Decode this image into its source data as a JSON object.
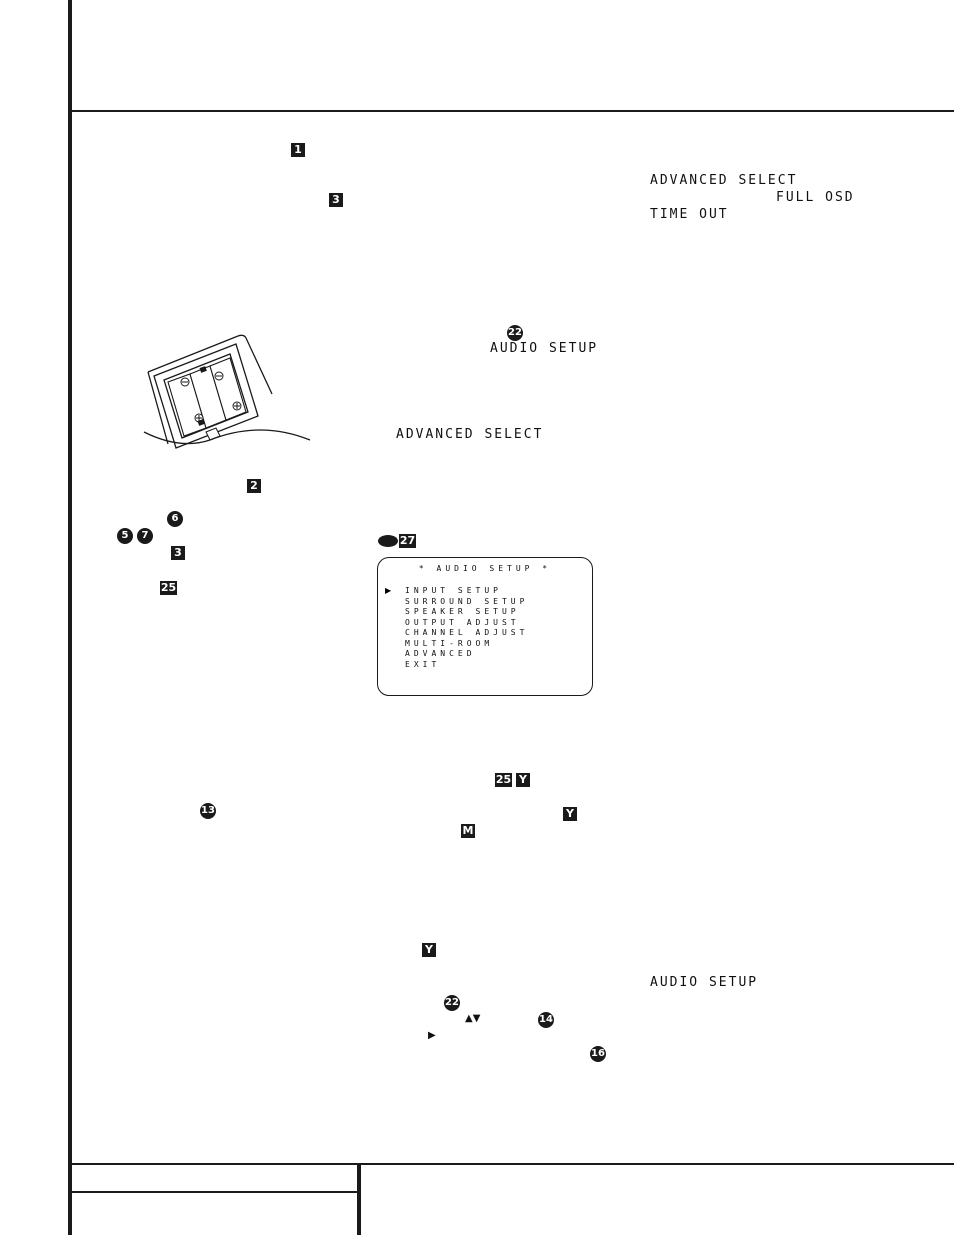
{
  "badges": {
    "b1": "1",
    "b3a": "3",
    "b22a": "22",
    "b2": "2",
    "b6": "6",
    "b5": "5",
    "b7": "7",
    "b3b": "3",
    "b25a": "25",
    "b27": "27",
    "b25b": "25",
    "bYa": "Y",
    "b13": "13",
    "bYb": "Y",
    "bM": "M",
    "bYc": "Y",
    "b22b": "22",
    "b14": "14",
    "b16": "16"
  },
  "display_text": {
    "advanced_select_top": "ADVANCED SELECT",
    "full_osd": "FULL OSD",
    "time_out": "TIME OUT",
    "audio_setup_mid": "AUDIO SETUP",
    "advanced_select_mid": "ADVANCED SELECT",
    "audio_setup_bottom": "AUDIO SETUP"
  },
  "osd_menu": {
    "title": "* AUDIO SETUP *",
    "cursor": "▶",
    "items": [
      "INPUT SETUP",
      "SURROUND SETUP",
      "SPEAKER SETUP",
      "OUTPUT ADJUST",
      "CHANNEL ADJUST",
      "MULTI-ROOM",
      "ADVANCED",
      "EXIT"
    ]
  },
  "glyphs": {
    "up_down": "▲▼",
    "right": "▶"
  },
  "icons": {
    "remote_illustration": "remote-battery-compartment-icon"
  }
}
